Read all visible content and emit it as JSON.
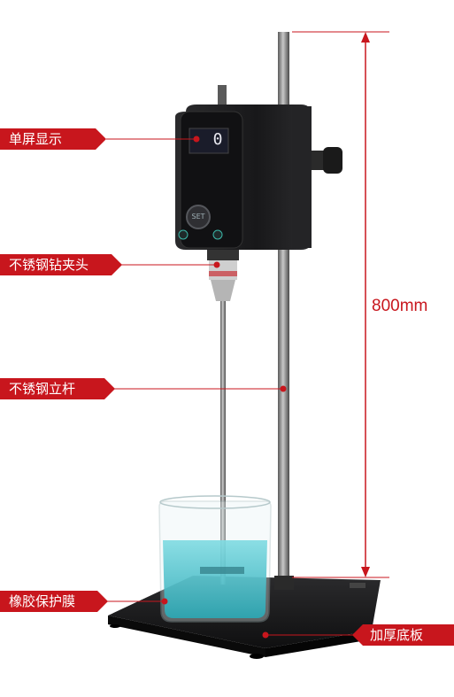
{
  "labels": {
    "display": "单屏显示",
    "chuck": "不锈钢钻夹头",
    "rod": "不锈钢立杆",
    "film": "橡胶保护膜",
    "base": "加厚底板"
  },
  "dimension": "800mm",
  "device": {
    "screen_value": "0",
    "knob_label": "SET"
  },
  "colors": {
    "accent": "#c8161d",
    "body": "#1e1e20",
    "liquid": "#4fc8d3"
  }
}
